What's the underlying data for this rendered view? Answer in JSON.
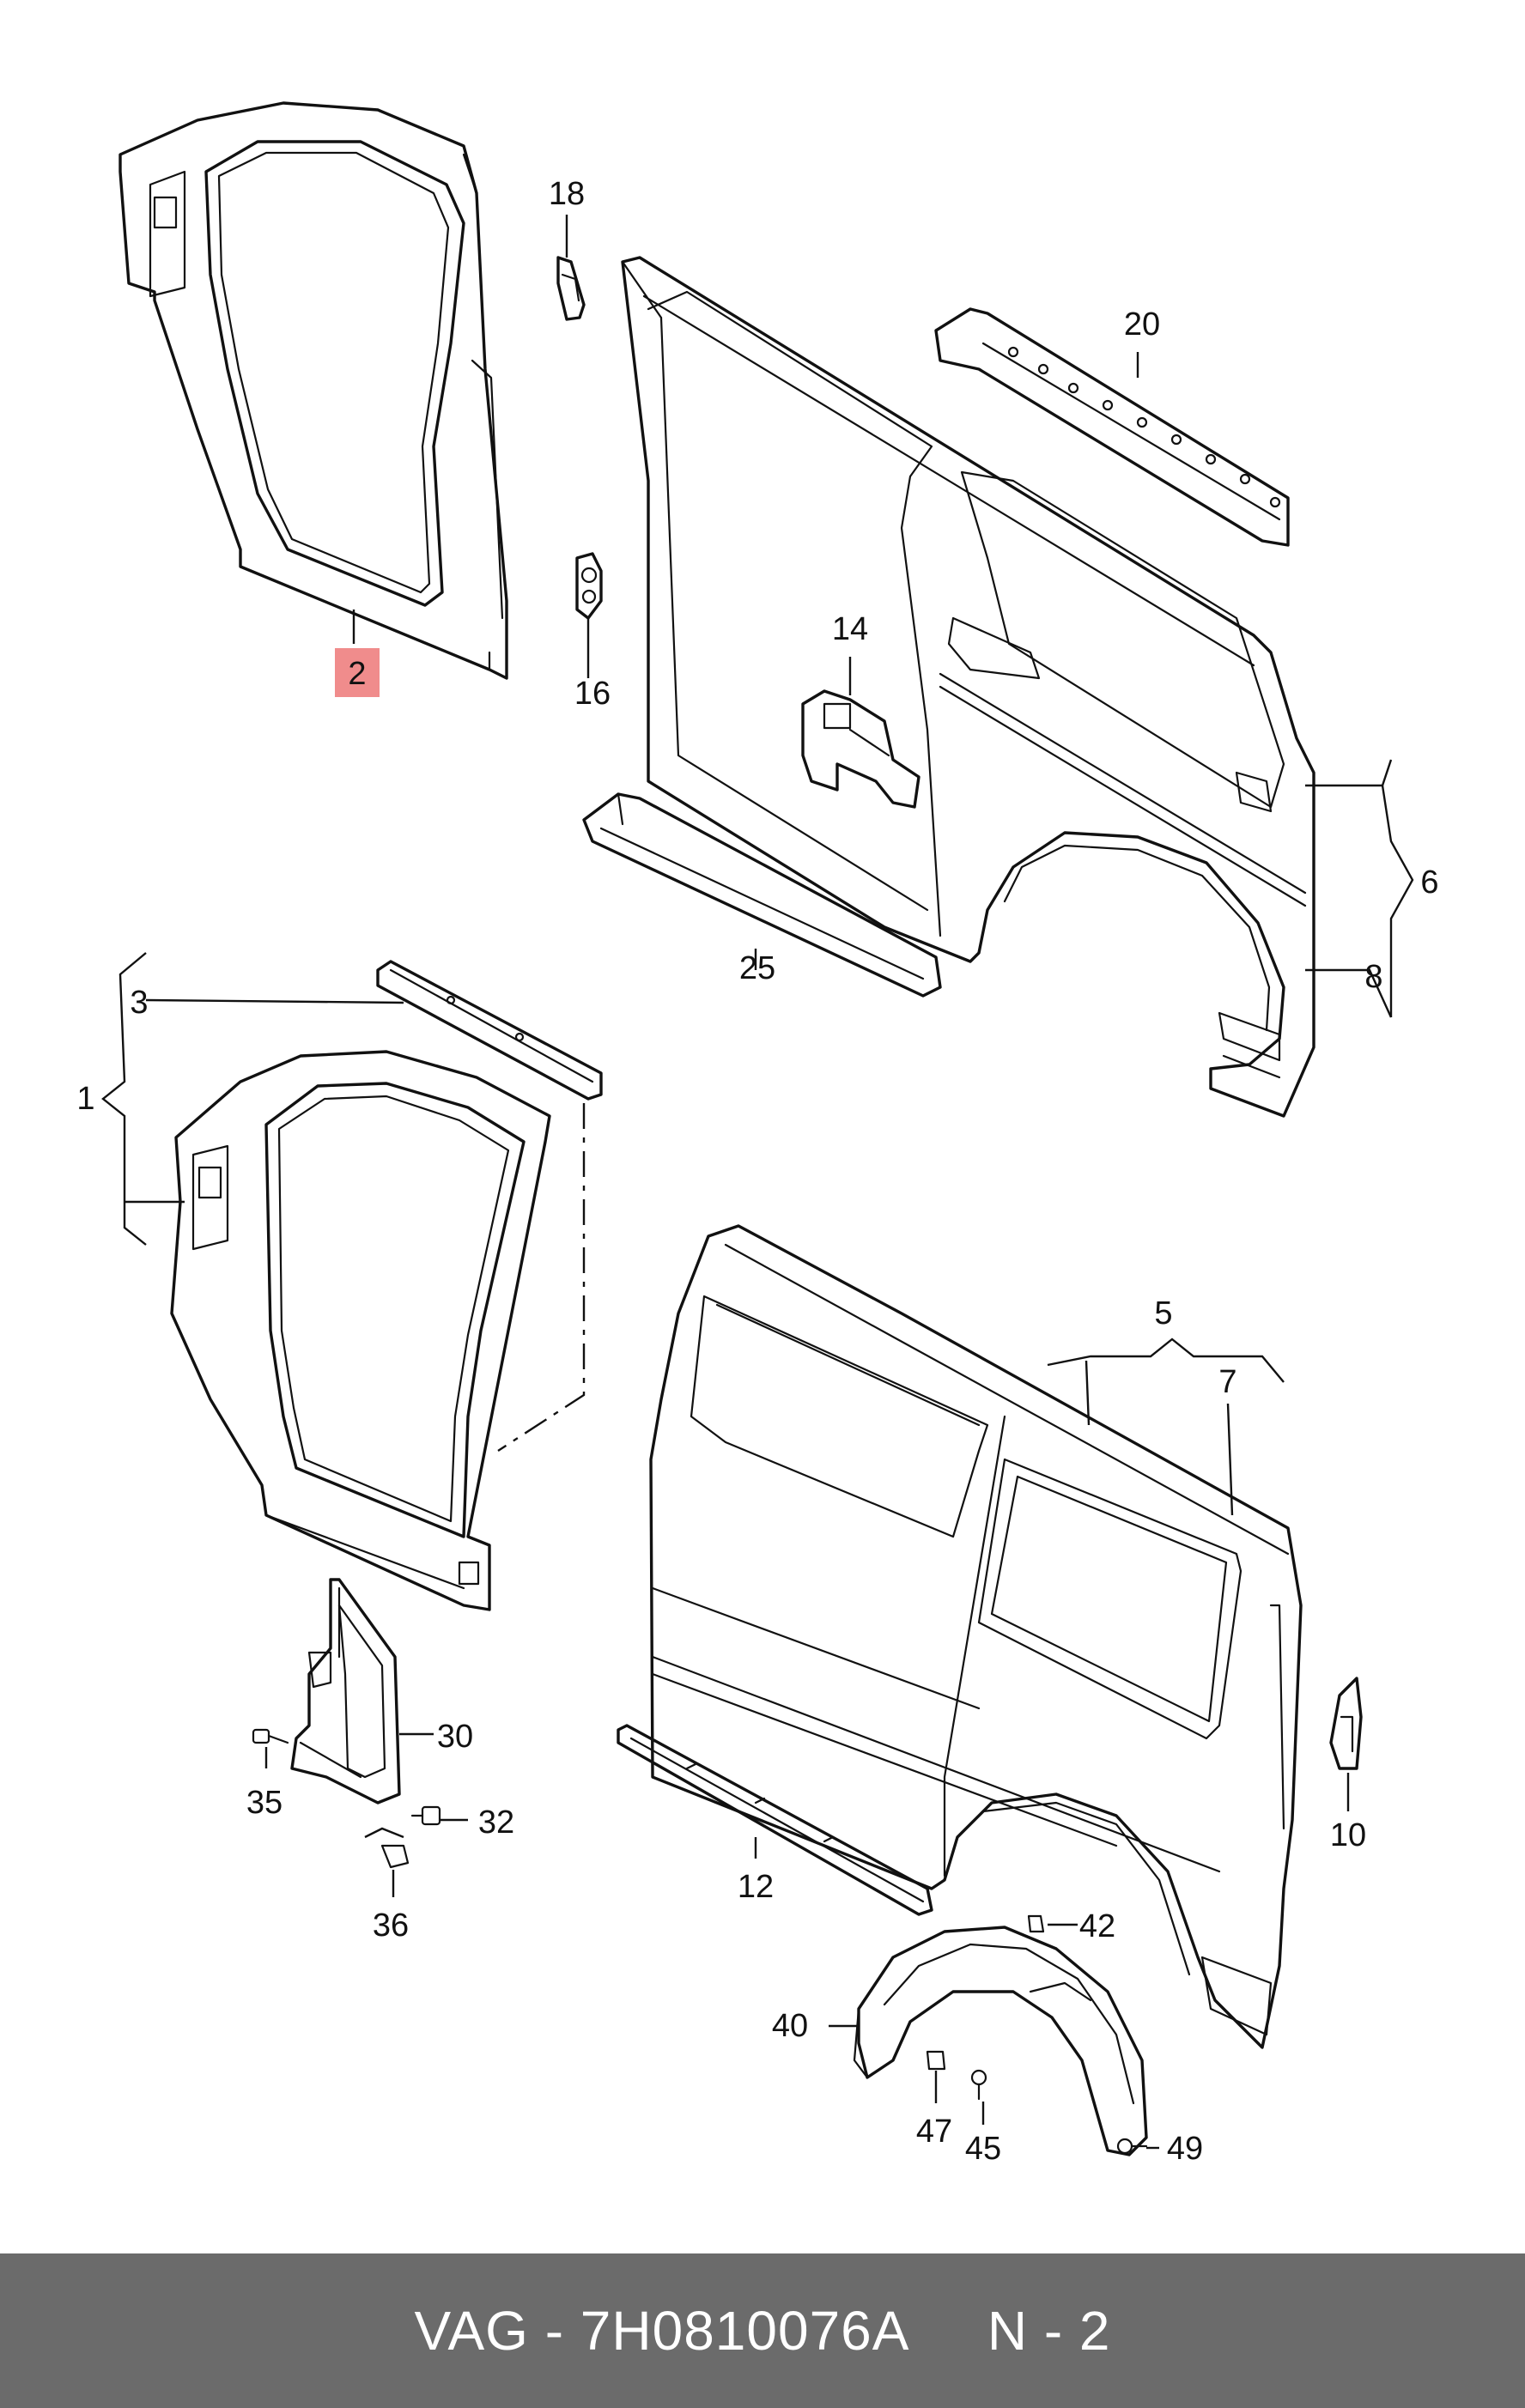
{
  "callouts": {
    "c1": "1",
    "c2": "2",
    "c3": "3",
    "c5": "5",
    "c6": "6",
    "c7": "7",
    "c8": "8",
    "c10": "10",
    "c12": "12",
    "c14": "14",
    "c16": "16",
    "c18": "18",
    "c20": "20",
    "c25": "25",
    "c30": "30",
    "c32": "32",
    "c35": "35",
    "c36": "36",
    "c40": "40",
    "c42": "42",
    "c45": "45",
    "c47": "47",
    "c49": "49"
  },
  "highlight": {
    "color": "#f08c8c",
    "callout": "2"
  },
  "footer": {
    "label": "VAG - 7H0810076A     N - 2",
    "background": "#6b6b6b",
    "text_color": "#ffffff"
  }
}
